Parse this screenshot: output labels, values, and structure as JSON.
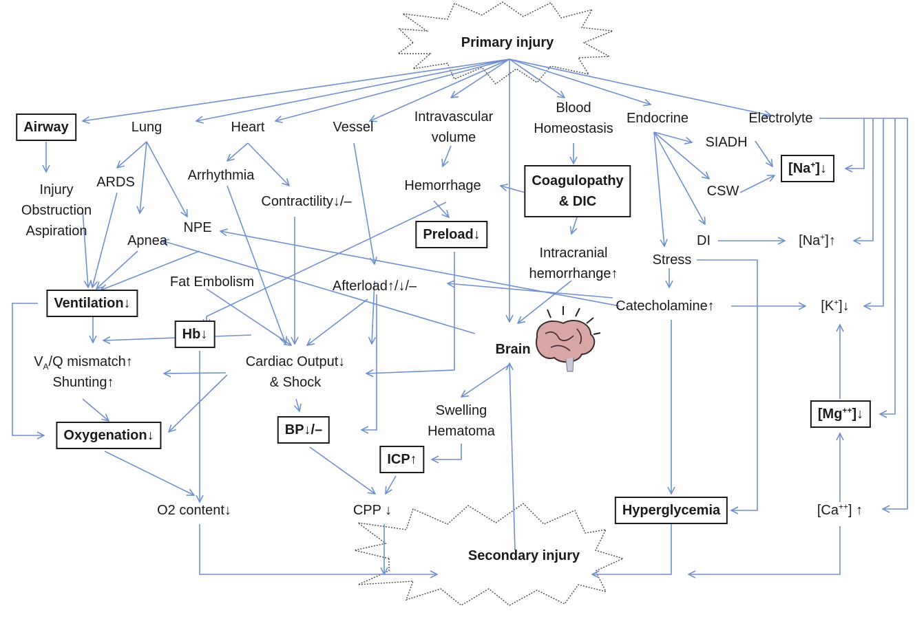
{
  "diagram": {
    "top_label": "Primary injury",
    "bottom_label": "Secondary injury",
    "center_label": "Brain",
    "categories": {
      "airway": "Airway",
      "lung": "Lung",
      "heart": "Heart",
      "vessel": "Vessel",
      "intravascular": [
        "Intravascular",
        "volume"
      ],
      "blood": [
        "Blood",
        "Homeostasis"
      ],
      "endocrine": "Endocrine",
      "electrolyte": "Electrolyte"
    },
    "airway_effects": [
      "Injury",
      "Obstruction",
      "Aspiration"
    ],
    "lung_effects": {
      "ards": "ARDS",
      "apnea": "Apnea",
      "npe": "NPE"
    },
    "heart_effects": {
      "arrhythmia": "Arrhythmia",
      "contractility": "Contractility↓/–"
    },
    "fat_embolism": "Fat Embolism",
    "afterload": "Afterload↑/↓/–",
    "hemorrhage": "Hemorrhage",
    "preload": "Preload↓",
    "coagulopathy": [
      "Coagulopathy",
      "& DIC"
    ],
    "intracranial": [
      "Intracranial",
      "hemorrhange↑"
    ],
    "endocrine_effects": {
      "siadh": "SIADH",
      "csw": "CSW",
      "di": "DI",
      "stress": "Stress"
    },
    "catecholamine": "Catecholamine↑",
    "ventilation": "Ventilation↓",
    "hb": "Hb↓",
    "vq": {
      "v": "V",
      "sub": "A",
      "rest": "/Q mismatch↑",
      "line2": "Shunting↑"
    },
    "oxygenation": "Oxygenation↓",
    "cardiac_output": [
      "Cardiac Output↓",
      "& Shock"
    ],
    "bp": "BP↓/–",
    "swelling": [
      "Swelling",
      "Hematoma"
    ],
    "icp": "ICP↑",
    "o2_content": "O2 content↓",
    "cpp": "CPP ↓",
    "hyperglycemia": "Hyperglycemia",
    "na_low": {
      "open": "[Na",
      "sup": "+",
      "close": "]↓"
    },
    "na_high": {
      "open": "[Na",
      "sup": "+",
      "close": "]↑"
    },
    "k_low": {
      "open": "[K",
      "sup": "+",
      "close": "]↓"
    },
    "mg_low": {
      "open": "[Mg",
      "sup": "++",
      "close": "]↓"
    },
    "ca_high": {
      "open": "[Ca",
      "sup": "++",
      "close": "] ↑"
    },
    "colors": {
      "arrow": "#6f8fcf",
      "text": "#1a1a1a",
      "box_border": "#1a1a1a",
      "burst": "#444444"
    }
  }
}
